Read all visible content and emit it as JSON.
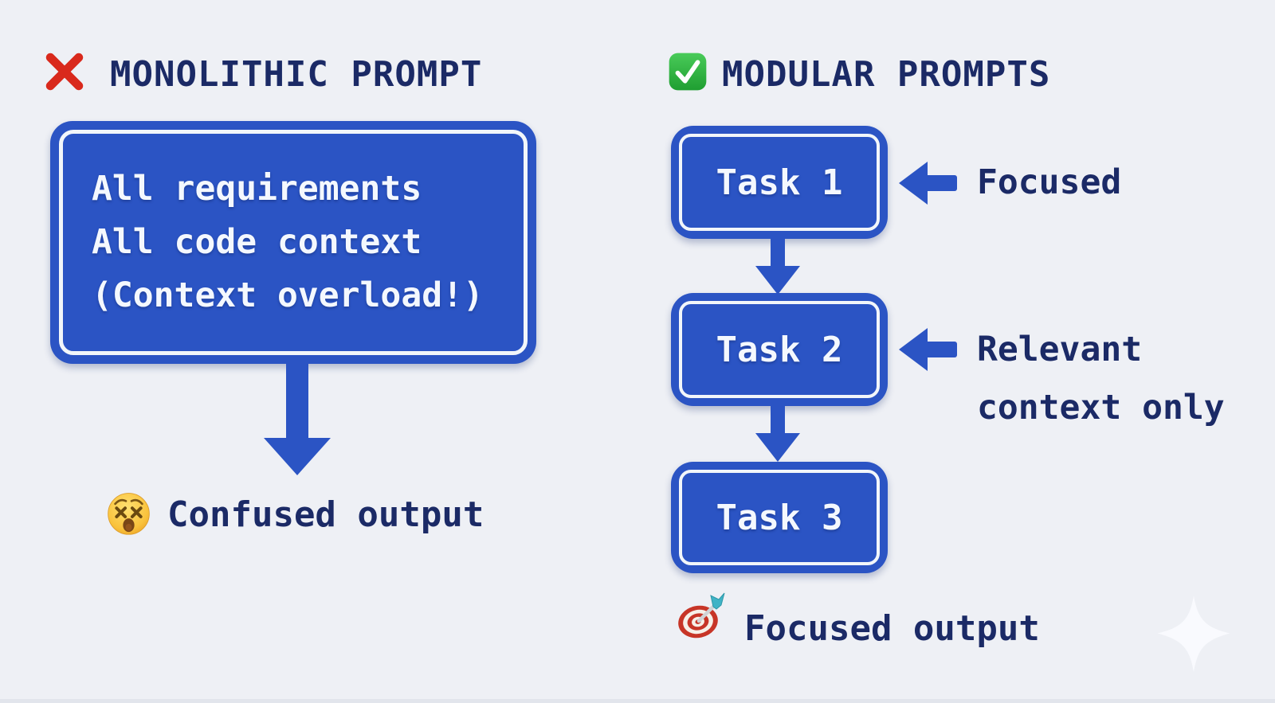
{
  "colors": {
    "background": "#eef0f5",
    "primary_blue": "#2b54c4",
    "navy_text": "#1b2a66",
    "box_text_white": "#f4f8fe",
    "cross_red": "#d9291c",
    "check_green": "#2fb344"
  },
  "left_panel": {
    "header": {
      "icon": "cross-mark-icon",
      "label": "MONOLITHIC PROMPT"
    },
    "prompt_box": {
      "lines": [
        "All requirements",
        "All code context",
        "(Context overload!)"
      ]
    },
    "output": {
      "icon": "dizzy-face-icon",
      "label": "Confused output"
    }
  },
  "right_panel": {
    "header": {
      "icon": "check-mark-icon",
      "label": "MODULAR PROMPTS"
    },
    "tasks": [
      {
        "label": "Task 1"
      },
      {
        "label": "Task 2"
      },
      {
        "label": "Task 3"
      }
    ],
    "annotations": [
      {
        "lines": [
          "Focused"
        ]
      },
      {
        "lines": [
          "Relevant",
          "context only"
        ]
      }
    ],
    "output": {
      "icon": "dart-icon",
      "label": "Focused output"
    }
  }
}
